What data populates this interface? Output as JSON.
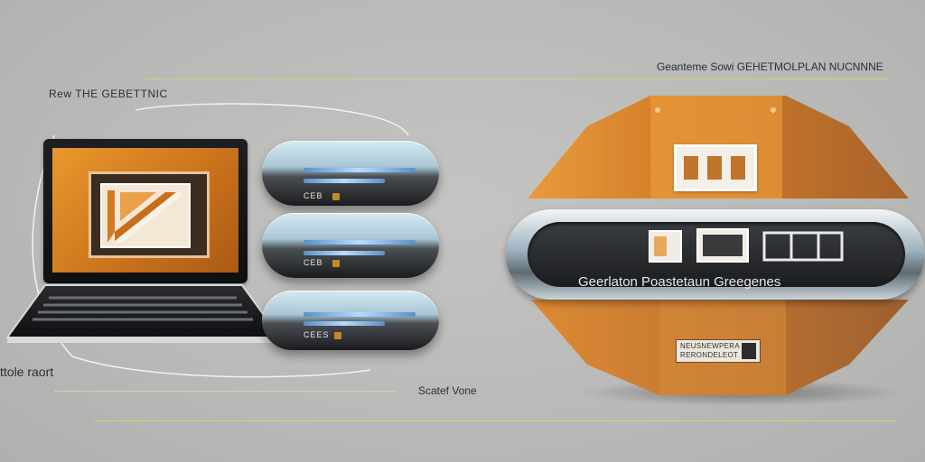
{
  "header": {
    "left_title": "Rew THE GEBETTNIC",
    "right_title": "Geanteme Sowi GEHETMOLPLAN NUCNNNE"
  },
  "laptop": {
    "caption": "ttole raort"
  },
  "servers": [
    {
      "label": "CEB"
    },
    {
      "label": "CEB"
    },
    {
      "label": "CEES"
    }
  ],
  "center": {
    "caption": "Scatef Vone"
  },
  "device": {
    "panel_title": "Geerlaton Poastetaun Greegenes",
    "plate_line1": "NEUSNEWPERA",
    "plate_line2": "RERONDELEOT",
    "colors": {
      "orange": "#d08431",
      "dark": "#1e1f22",
      "accent_line": "#d7d27a"
    }
  }
}
